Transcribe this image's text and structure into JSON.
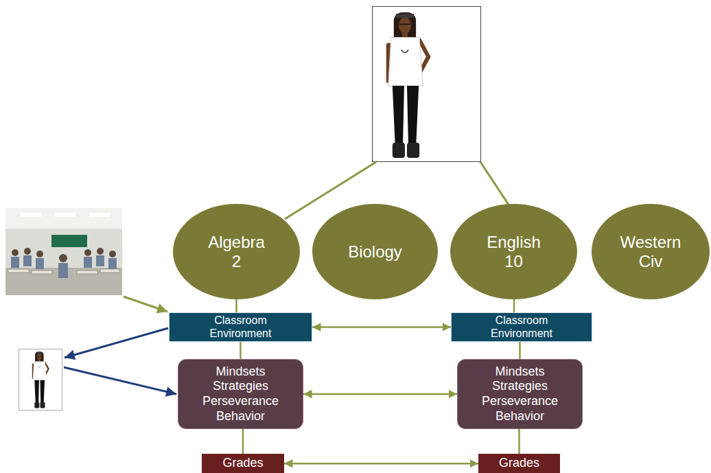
{
  "diagram": {
    "nodes": [
      {
        "text": [
          "Algebra 2"
        ]
      },
      {
        "text": [
          "Biology"
        ]
      },
      {
        "text": [
          "English 10"
        ]
      },
      {
        "text": [
          "Western Civ"
        ]
      },
      {
        "text": [
          "Classroom Environment"
        ]
      },
      {
        "text": [
          "Classroom Environment"
        ]
      },
      {
        "text": [
          "Mindsets Strategies Perseverance Behavior"
        ]
      },
      {
        "text": [
          "Mindsets Strategies Perseverance Behavior"
        ]
      },
      {
        "text": [
          "Grades"
        ]
      },
      {
        "text": [
          "Grades"
        ]
      }
    ],
    "edges": [
      {
        "from": 0,
        "to": 4,
        "arrow": "none"
      },
      {
        "from": 4,
        "to": 6,
        "arrow": "none"
      },
      {
        "from": 6,
        "to": 8,
        "arrow": "none"
      },
      {
        "from": 2,
        "to": 5,
        "arrow": "none"
      },
      {
        "from": 5,
        "to": 7,
        "arrow": "none"
      },
      {
        "from": 7,
        "to": 9,
        "arrow": "none"
      },
      {
        "from": 4,
        "to": 5,
        "arrow": "both"
      },
      {
        "from": 6,
        "to": 7,
        "arrow": "both"
      },
      {
        "from": 8,
        "to": 9,
        "arrow": "both"
      }
    ]
  }
}
